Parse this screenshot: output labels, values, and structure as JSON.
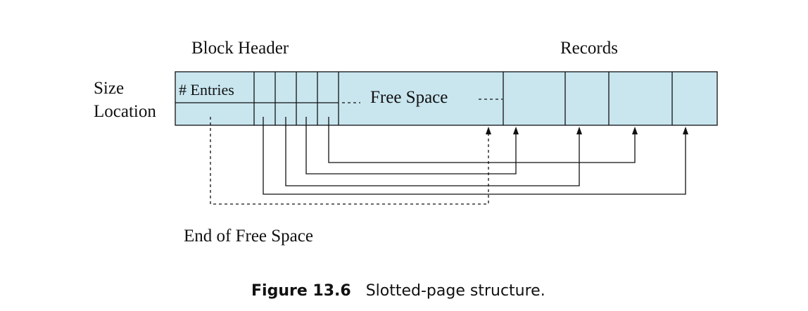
{
  "labels": {
    "block_header": "Block Header",
    "records": "Records",
    "size": "Size",
    "location": "Location",
    "entries": "# Entries",
    "free_space": "Free Space",
    "end_of_free_space": "End of Free Space"
  },
  "caption": {
    "figure": "Figure 13.6",
    "title": "Slotted-page structure."
  }
}
